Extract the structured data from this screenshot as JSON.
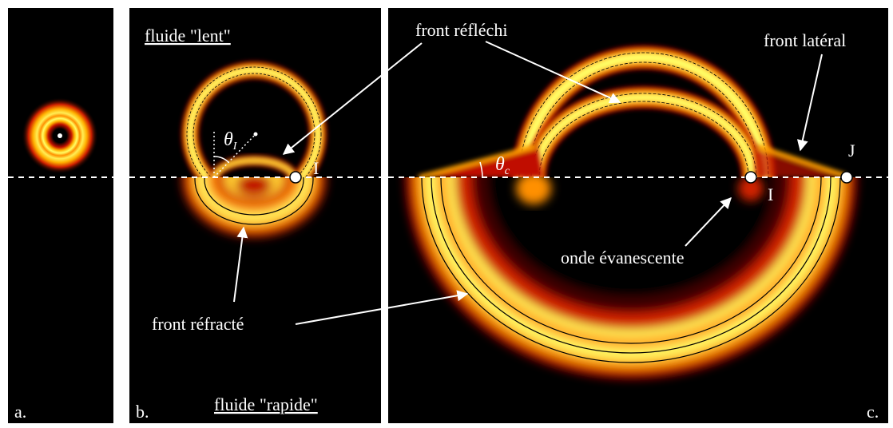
{
  "panels": {
    "a": {
      "letter": "a."
    },
    "b": {
      "letter": "b.",
      "slow_fluid": "fluide \"lent\"",
      "fast_fluid": "fluide \"rapide\"",
      "angle_label": "θ",
      "angle_sub": "I",
      "point_label": "I",
      "refracted_front": "front réfracté"
    },
    "c": {
      "letter": "c.",
      "reflected_front": "front réfléchi",
      "lateral_front": "front latéral",
      "evanescent_wave": "onde évanescente",
      "angle_label": "θ",
      "angle_sub": "c",
      "point_I": "I",
      "point_J": "J"
    }
  },
  "colors": {
    "background": "#000000",
    "wave_core": "#ffff66",
    "wave_mid": "#ffb000",
    "wave_edge": "#c01000",
    "interface": "#ffffff"
  }
}
